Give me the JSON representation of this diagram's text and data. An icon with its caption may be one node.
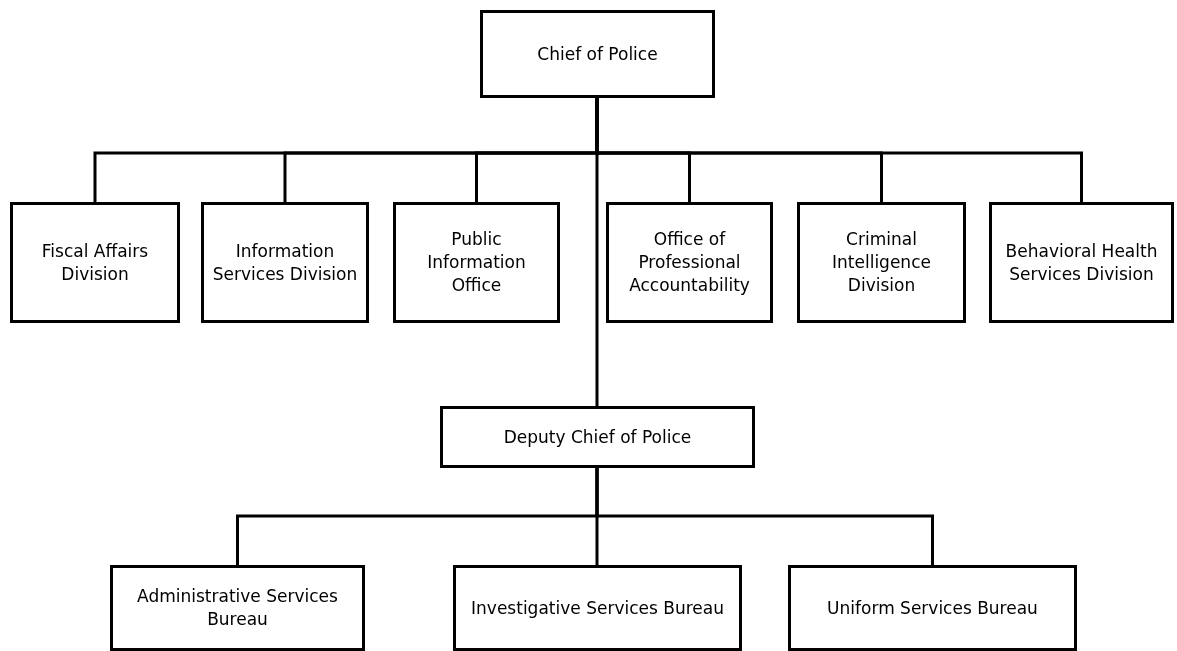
{
  "diagram": {
    "nodes": [
      {
        "text": [
          "Chief of Police"
        ]
      },
      {
        "text": [
          "Fiscal Affairs Division"
        ]
      },
      {
        "text": [
          "Information Services Division"
        ]
      },
      {
        "text": [
          "Public Information Office"
        ]
      },
      {
        "text": [
          "Office of Professional Accountability"
        ]
      },
      {
        "text": [
          "Criminal Intelligence Division"
        ]
      },
      {
        "text": [
          "Behavioral Health Services Division"
        ]
      },
      {
        "text": [
          "Deputy Chief of Police"
        ]
      },
      {
        "text": [
          "Administrative Services Bureau"
        ]
      },
      {
        "text": [
          "Investigative Services Bureau"
        ]
      },
      {
        "text": [
          "Uniform Services Bureau"
        ]
      }
    ],
    "edges": [
      {
        "from": 0,
        "to": 1,
        "arrow": "none"
      },
      {
        "from": 0,
        "to": 2,
        "arrow": "none"
      },
      {
        "from": 0,
        "to": 3,
        "arrow": "none"
      },
      {
        "from": 0,
        "to": 4,
        "arrow": "none"
      },
      {
        "from": 0,
        "to": 5,
        "arrow": "none"
      },
      {
        "from": 0,
        "to": 6,
        "arrow": "none"
      },
      {
        "from": 0,
        "to": 7,
        "arrow": "none"
      },
      {
        "from": 7,
        "to": 8,
        "arrow": "none"
      },
      {
        "from": 7,
        "to": 9,
        "arrow": "none"
      },
      {
        "from": 7,
        "to": 10,
        "arrow": "none"
      }
    ]
  }
}
